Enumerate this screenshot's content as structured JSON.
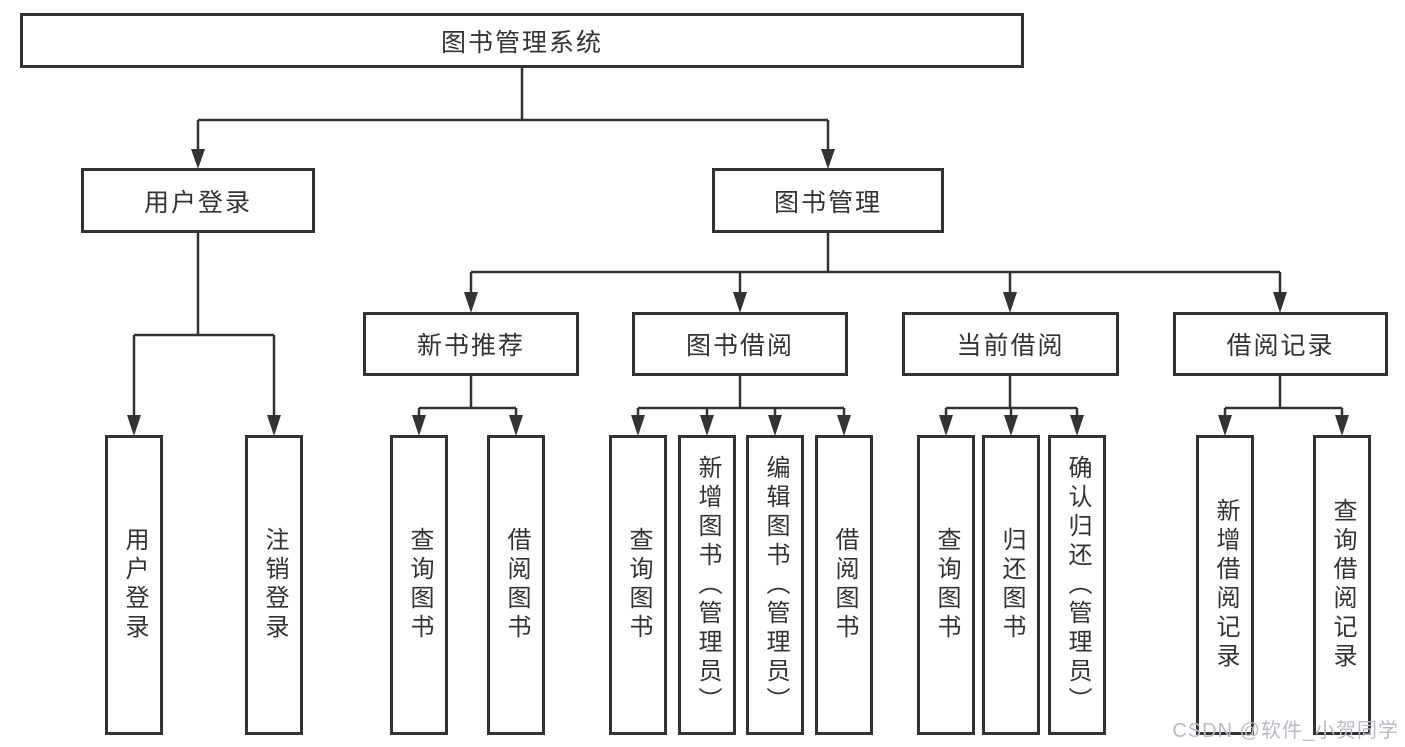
{
  "root": {
    "label": "图书管理系统"
  },
  "level2": [
    {
      "id": "user-login",
      "label": "用户登录"
    },
    {
      "id": "book-management",
      "label": "图书管理"
    }
  ],
  "level3": [
    {
      "id": "new-book-recommend",
      "label": "新书推荐",
      "parent": "book-management"
    },
    {
      "id": "book-borrow",
      "label": "图书借阅",
      "parent": "book-management"
    },
    {
      "id": "current-borrow",
      "label": "当前借阅",
      "parent": "book-management"
    },
    {
      "id": "borrow-records",
      "label": "借阅记录",
      "parent": "book-management"
    }
  ],
  "leaves": [
    {
      "id": "user-login-action",
      "label": "用户登录",
      "parent": "user-login"
    },
    {
      "id": "logout-action",
      "label": "注销登录",
      "parent": "user-login"
    },
    {
      "id": "query-books-recommend",
      "label": "查询图书",
      "parent": "new-book-recommend"
    },
    {
      "id": "borrow-books-recommend",
      "label": "借阅图书",
      "parent": "new-book-recommend"
    },
    {
      "id": "query-books-borrow",
      "label": "查询图书",
      "parent": "book-borrow"
    },
    {
      "id": "add-books-admin",
      "label": "新增图书（管理员）",
      "parent": "book-borrow"
    },
    {
      "id": "edit-books-admin",
      "label": "编辑图书（管理员）",
      "parent": "book-borrow"
    },
    {
      "id": "borrow-books-borrow",
      "label": "借阅图书",
      "parent": "book-borrow"
    },
    {
      "id": "query-books-current",
      "label": "查询图书",
      "parent": "current-borrow"
    },
    {
      "id": "return-books",
      "label": "归还图书",
      "parent": "current-borrow"
    },
    {
      "id": "confirm-return-admin",
      "label": "确认归还（管理员）",
      "parent": "current-borrow"
    },
    {
      "id": "add-borrow-record",
      "label": "新增借阅记录",
      "parent": "borrow-records"
    },
    {
      "id": "query-borrow-record",
      "label": "查询借阅记录",
      "parent": "borrow-records"
    }
  ],
  "watermark": {
    "text": "CSDN @软件_小贺同学"
  },
  "colors": {
    "line": "#333333",
    "text": "#333333",
    "box_background": "#ffffff",
    "watermark": "#b7bbc2"
  }
}
